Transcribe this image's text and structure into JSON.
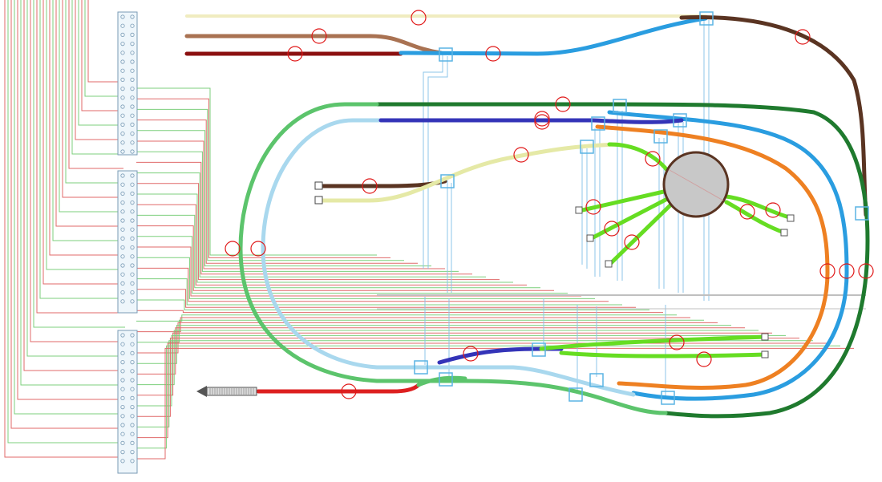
{
  "diagram": {
    "type": "model-railway-track-plan",
    "colors": {
      "background": "#ffffff",
      "wire_green": "#7ccf7c",
      "wire_red": "#e06a6a",
      "wire_blue": "#8cc4e8",
      "wire_gray": "#bfbfbf",
      "terminal_fill": "#eef6fb",
      "terminal_stroke": "#7a9bb5",
      "marker": "#e01818",
      "track_cream": "#f0ecc0",
      "track_tan": "#a97252",
      "track_maroon": "#8b1010",
      "track_brown": "#5a3422",
      "track_sky": "#2a9de0",
      "track_light_blue": "#a9d8ee",
      "track_navy": "#3434b8",
      "track_green": "#5cc46c",
      "track_dark_green": "#1f7a2e",
      "track_lime": "#66dd22",
      "track_orange": "#ee8022",
      "track_yellow": "#e5e9a6",
      "track_red": "#dd2020",
      "turntable_fill": "#c8c8c8",
      "turntable_stroke": "#5a3422",
      "turnout_box": "#5ab4e4"
    },
    "components": {
      "terminal_strips": [
        "terminal-strip-1",
        "terminal-strip-2",
        "terminal-strip-3"
      ],
      "turntable": "turntable",
      "buffer_stop": "buffer-stop",
      "track_groups": [
        "outer-loop",
        "inner-loop",
        "upper-lines",
        "sidings",
        "turntable-spurs",
        "yard-spurs"
      ],
      "feeder_markers": 29,
      "turnout_controls": 14
    }
  }
}
